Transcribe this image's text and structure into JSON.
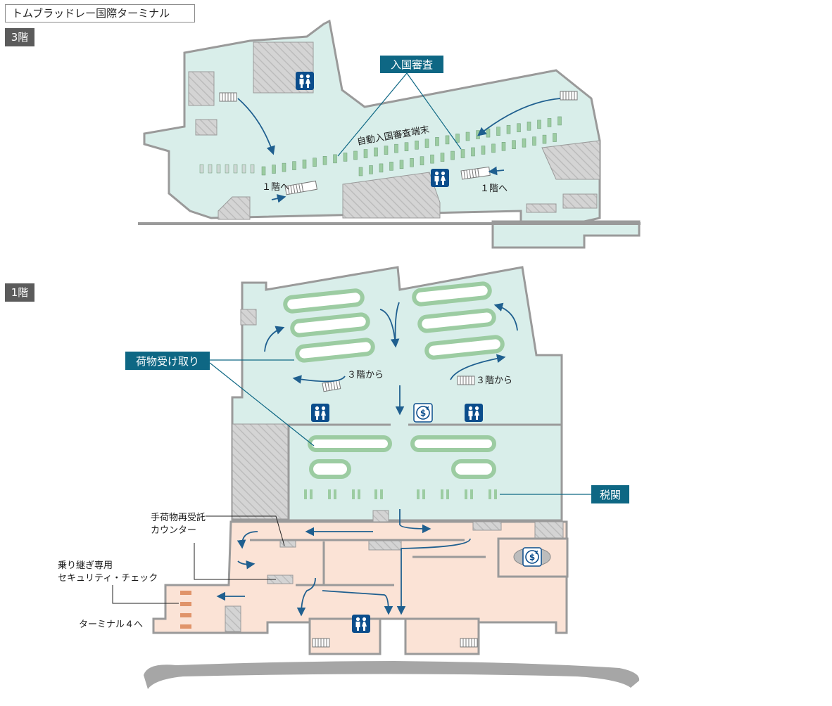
{
  "title": "トムブラッドレー国際ターミナル",
  "floors": {
    "upper": "3階",
    "lower": "1階"
  },
  "labels": {
    "immigration": "入国審査",
    "kiosk": "自動入国審査端末",
    "to_floor1_left": "１階へ",
    "to_floor1_right": "１階へ",
    "baggage_claim": "荷物受け取り",
    "from_floor3_left": "３階から",
    "from_floor3_right": "３階から",
    "customs": "税関",
    "recheck_line1": "手荷物再受託",
    "recheck_line2": "カウンター",
    "connect_line1": "乗り継ぎ専用",
    "connect_line2": "セキュリティ・チェック",
    "to_t4": "ターミナル４へ"
  },
  "icons": [
    "restroom-icon",
    "currency-exchange-icon",
    "escalator-icon",
    "direction-arrow-icon"
  ],
  "colors": {
    "arrival_area": "#d9eeea",
    "transit_area": "#fbe3d6",
    "callout_box": "#0e6784",
    "carousel": "#9ccca2",
    "arrow": "#1f5f8f"
  }
}
